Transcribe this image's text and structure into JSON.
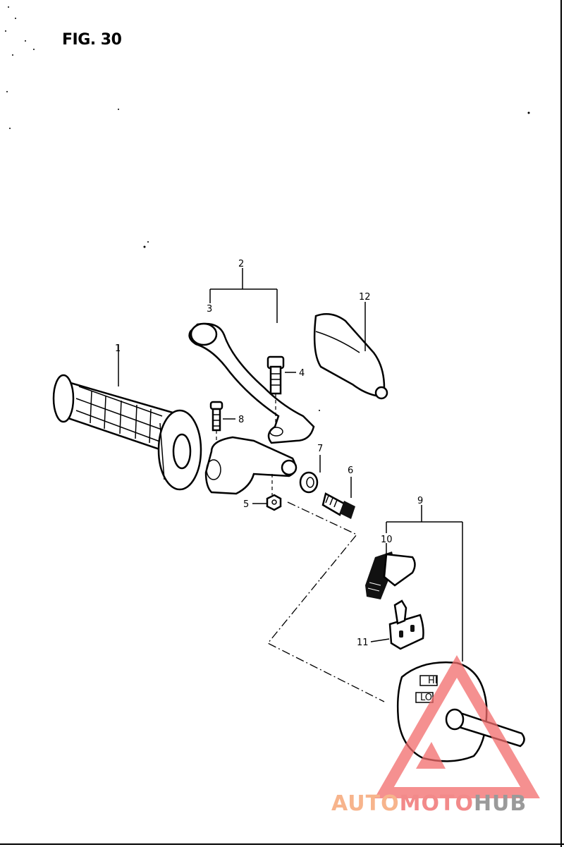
{
  "figure": {
    "title": "FIG. 30"
  },
  "callouts": {
    "c1": "1",
    "c2": "2",
    "c3": "3",
    "c4": "4",
    "c5": "5",
    "c6": "6",
    "c7": "7",
    "c8": "8",
    "c9": "9",
    "c10": "10",
    "c11": "11",
    "c12": "12"
  },
  "switch_marks": {
    "hi": "HI",
    "lo": "LO"
  },
  "watermark": {
    "part1": "AUTO",
    "part2": "MOTO",
    "part3": "HUB"
  },
  "colors": {
    "watermark_triangle": "#f26b6b",
    "watermark_auto": "#f7b48c",
    "watermark_hub": "#9a9a9a"
  }
}
